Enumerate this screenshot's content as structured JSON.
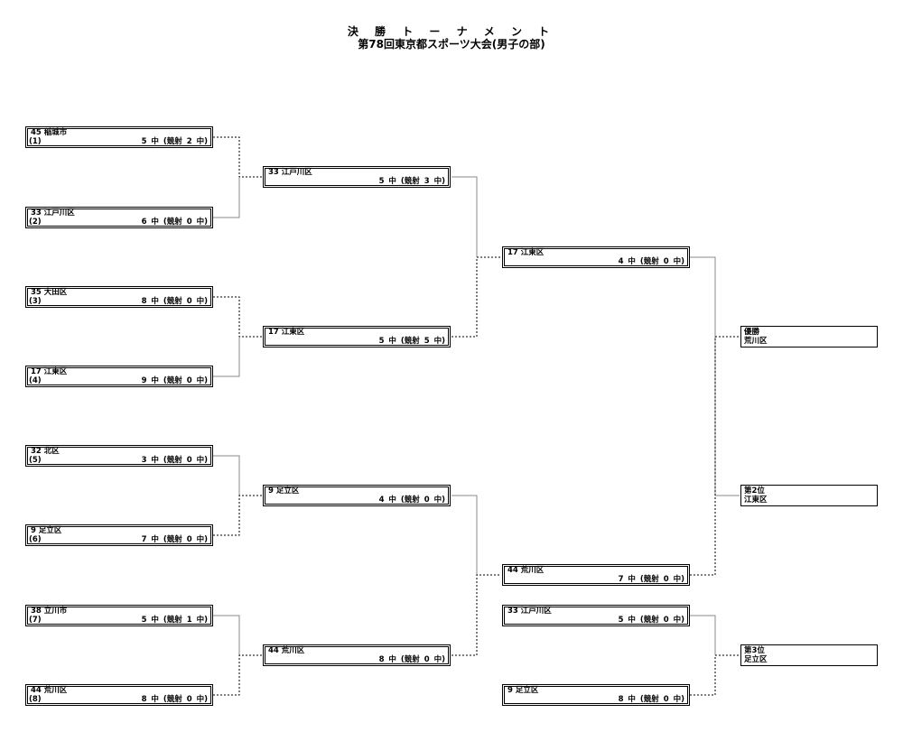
{
  "title": "決 勝 ト ー ナ メ ン ト",
  "subtitle": "第78回東京都スポーツ大会(男子の部)",
  "round1": [
    {
      "name": "45 稲城市",
      "seed": "(1)",
      "score": "5 中 (競射 2 中)"
    },
    {
      "name": "33 江戸川区",
      "seed": "(2)",
      "score": "6 中 (競射 0 中)"
    },
    {
      "name": "35 大田区",
      "seed": "(3)",
      "score": "8 中 (競射 0 中)"
    },
    {
      "name": "17 江東区",
      "seed": "(4)",
      "score": "9 中 (競射 0 中)"
    },
    {
      "name": "32 北区",
      "seed": "(5)",
      "score": "3 中 (競射 0 中)"
    },
    {
      "name": "9 足立区",
      "seed": "(6)",
      "score": "7 中 (競射 0 中)"
    },
    {
      "name": "38 立川市",
      "seed": "(7)",
      "score": "5 中 (競射 1 中)"
    },
    {
      "name": "44 荒川区",
      "seed": "(8)",
      "score": "8 中 (競射 0 中)"
    }
  ],
  "round2": [
    {
      "name": "33 江戸川区",
      "score": "5 中 (競射 3 中)"
    },
    {
      "name": "17 江東区",
      "score": "5 中 (競射 5 中)"
    },
    {
      "name": "9 足立区",
      "score": "4 中 (競射 0 中)"
    },
    {
      "name": "44 荒川区",
      "score": "8 中 (競射 0 中)"
    }
  ],
  "semifinal": [
    {
      "name": "17 江東区",
      "score": "4 中 (競射 0 中)"
    },
    {
      "name": "44 荒川区",
      "score": "7 中 (競射 0 中)"
    }
  ],
  "third_place_match": [
    {
      "name": "33 江戸川区",
      "score": "5 中 (競射 0 中)"
    },
    {
      "name": "9 足立区",
      "score": "8 中 (競射 0 中)"
    }
  ],
  "results": [
    {
      "label": "優勝",
      "team": "荒川区"
    },
    {
      "label": "第2位",
      "team": "江東区"
    },
    {
      "label": "第3位",
      "team": "足立区"
    }
  ]
}
